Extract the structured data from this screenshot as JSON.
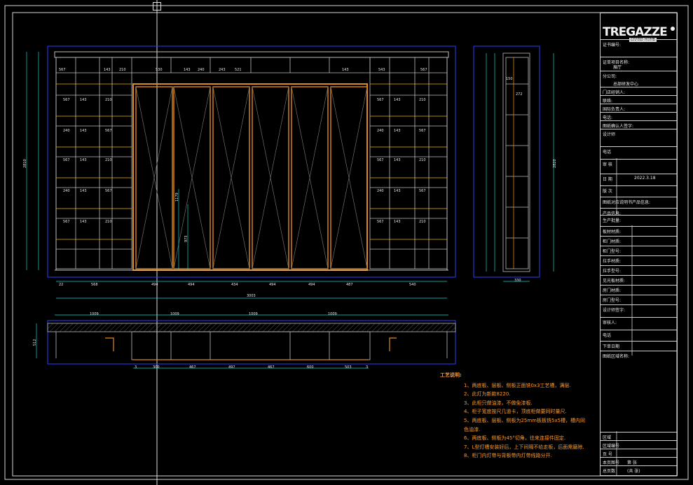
{
  "logo": {
    "brand": "TREGAZZE",
    "sub": "GRAND HOME"
  },
  "title_block": {
    "rows": [
      {
        "label": "证书编号:",
        "value": ""
      },
      {
        "label": "证单项目名称:",
        "value": "展厅"
      },
      {
        "label": "分公司:",
        "value": "总部研发中心"
      },
      {
        "label": "门店经销人:",
        "value": ""
      },
      {
        "label": "联络:",
        "value": ""
      },
      {
        "label": "国际负责人:",
        "value": ""
      },
      {
        "label": "电话:",
        "value": ""
      },
      {
        "label": "图纸确认人签字:",
        "value": ""
      },
      {
        "label": "设计师",
        "value": ""
      },
      {
        "label": "电话",
        "value": ""
      },
      {
        "label": "审 核",
        "value": ""
      },
      {
        "label": "日 期",
        "value": "2022.3.18"
      },
      {
        "label": "版 次",
        "value": ""
      },
      {
        "label": "图纸对应说明书产品信息:",
        "value": ""
      },
      {
        "label": "产品信息:",
        "value": ""
      },
      {
        "label": "生产批量:",
        "value": ""
      },
      {
        "label": "板材材质:",
        "value": ""
      },
      {
        "label": "柜门材质:",
        "value": ""
      },
      {
        "label": "柜门型号:",
        "value": ""
      },
      {
        "label": "拉手材质:",
        "value": ""
      },
      {
        "label": "拉手型号:",
        "value": ""
      },
      {
        "label": "见光板材质:",
        "value": ""
      },
      {
        "label": "房门材质:",
        "value": ""
      },
      {
        "label": "房门型号:",
        "value": ""
      },
      {
        "label": "设计师签字:",
        "value": ""
      },
      {
        "label": "审核人:",
        "value": ""
      },
      {
        "label": "电话",
        "value": ""
      },
      {
        "label": "下单日期",
        "value": ""
      },
      {
        "label": "图纸区域名称:",
        "value": ""
      }
    ],
    "bottom_rows": [
      {
        "label": "区域",
        "value": ""
      },
      {
        "label": "区域编号",
        "value": ""
      },
      {
        "label": "页 号",
        "value": ""
      },
      {
        "label": "本页图号",
        "value": "第   张"
      },
      {
        "label": "总页数",
        "value": "(共  张)"
      }
    ]
  },
  "notes": {
    "heading": "工艺说明:",
    "items": [
      "1、两底板、层板、侧板正面铣0x3工艺槽，满层.",
      "2、此灯为新款8220.",
      "3、此柜只做油漆，不做免漆板.",
      "4、柜子宽度按尺几道卡，顶底柜做要同时量尺.",
      "5、两底板、层板、侧板为25mm板板铣5x5槽，槽内同",
      "   色油漆.",
      "6、两底板、侧板为45°切角，往来连接件固定.",
      "7、L型灯槽安装好后，上下间隔不给走板，后面需磨除.",
      "8、柜门内灯带与背板带内灯带线路分开."
    ]
  },
  "elevation": {
    "upper_dims": [
      "567",
      "143",
      "210",
      "530",
      "143",
      "240",
      "243",
      "521",
      "143",
      "543",
      "567"
    ],
    "left_shelf_dims": [
      "567",
      "143",
      "210",
      "240",
      "143",
      "567",
      "567",
      "143",
      "210",
      "240",
      "143",
      "567",
      "567",
      "143",
      "210"
    ],
    "bottom_dims": [
      "22",
      "568",
      "494",
      "494",
      "434",
      "494",
      "494",
      "487",
      "540"
    ],
    "total_width": "3003",
    "left_height": "2810",
    "door_dims": [
      "1179",
      "973"
    ],
    "side_height": "2820",
    "side_dims": [
      "150",
      "272",
      "330"
    ]
  },
  "plan": {
    "top_dims": [
      "1009",
      "1009",
      "1009",
      "1009"
    ],
    "side_dim": "512",
    "bottom_dims": [
      "3",
      "300",
      "467",
      "497",
      "467",
      "600",
      "503",
      "3"
    ]
  }
}
